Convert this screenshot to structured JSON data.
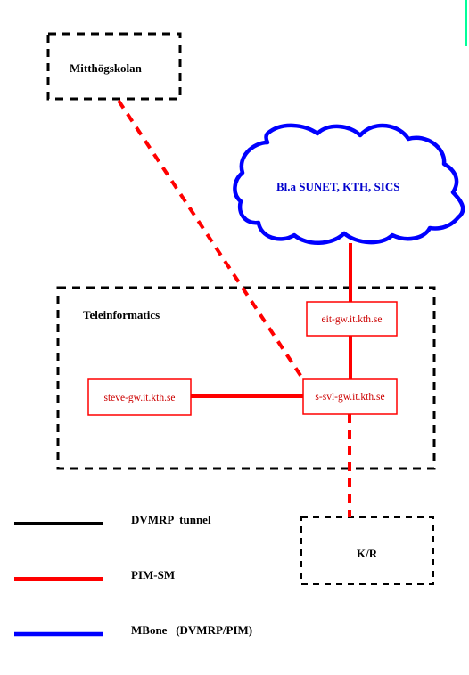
{
  "colors": {
    "dvmrp": "#000000",
    "pim": "#ff0000",
    "mbone": "#0000ff",
    "router_text": "#cc0000",
    "label_text": "#000000",
    "cloud_text": "#0000cc",
    "accent_edge": "#00ff99"
  },
  "sites": {
    "mitthogskolan": "Mitthögskolan",
    "teleinformatics": "Teleinformatics",
    "kr": "K/R"
  },
  "cloud": {
    "label": "Bl.a SUNET, KTH, SICS"
  },
  "routers": {
    "eit": "eit-gw.it.kth.se",
    "ssvl": "s-svl-gw.it.kth.se",
    "steve": "steve-gw.it.kth.se"
  },
  "legend": [
    {
      "label": "DVMRP  tunnel",
      "color": "#000000"
    },
    {
      "label": "PIM-SM",
      "color": "#ff0000"
    },
    {
      "label": "MBone   (DVMRP/PIM)",
      "color": "#0000ff"
    }
  ]
}
